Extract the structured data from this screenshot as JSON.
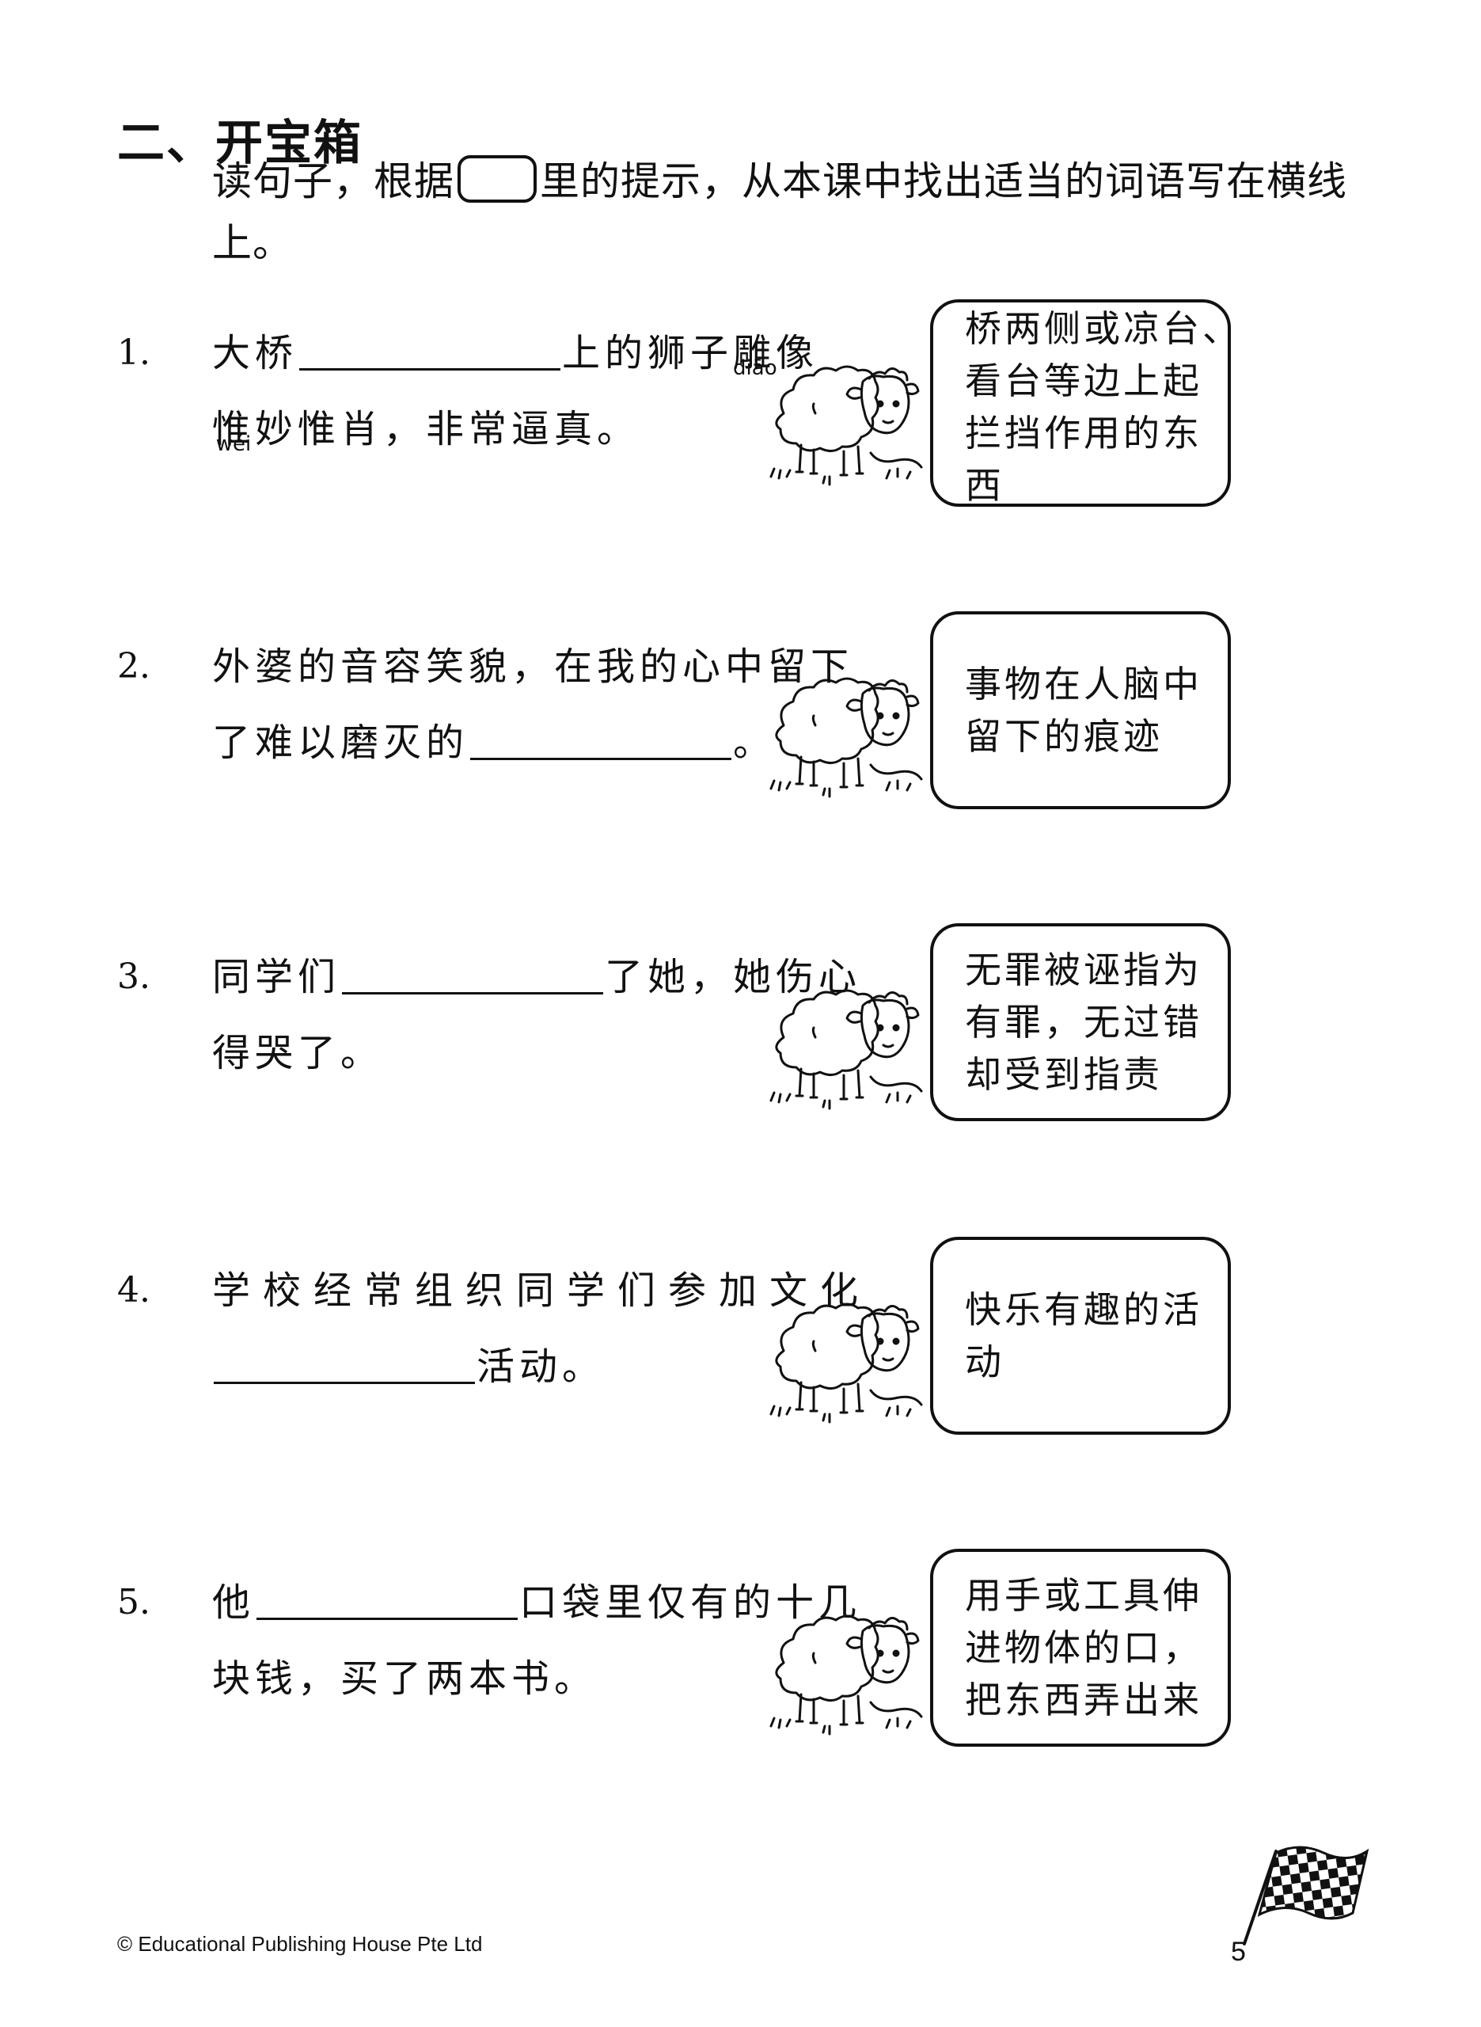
{
  "section": {
    "title": "二、开宝箱",
    "instruction_before": "读句子，根据",
    "instruction_after": "里的提示，从本课中找出适当的词语写在横线上。"
  },
  "items": [
    {
      "number": "1.",
      "line1_before": "大桥",
      "line1_after": "上的狮子",
      "ruby1_char": "雕",
      "ruby1_pinyin": "diāo",
      "ruby1_tail": "像",
      "ruby2_char": "惟",
      "ruby2_pinyin": "wéi",
      "line2_after": "妙惟肖，非常逼真。",
      "hint": [
        "桥两侧或凉台、",
        "看台等边上起",
        "拦挡作用的东",
        "西"
      ]
    },
    {
      "number": "2.",
      "line1": "外婆的音容笑貌，在我的心中留下",
      "line2_before": "了难以磨灭的",
      "line2_after": "。",
      "hint": [
        "事物在人脑中",
        "留下的痕迹"
      ]
    },
    {
      "number": "3.",
      "line1_before": "同学们",
      "line1_after": "了她，她伤心",
      "line2": "得哭了。",
      "hint": [
        "无罪被诬指为",
        "有罪，无过错",
        "却受到指责"
      ]
    },
    {
      "number": "4.",
      "line1": "学校经常组织同学们参加文化",
      "line2_after": "活动。",
      "hint": [
        "快乐有趣的活",
        "动"
      ]
    },
    {
      "number": "5.",
      "line1_before": "他",
      "line1_after": "口袋里仅有的十几",
      "line2": "块钱，买了两本书。",
      "hint": [
        "用手或工具伸",
        "进物体的口，",
        "把东西弄出来"
      ]
    }
  ],
  "footer": {
    "copyright": "© Educational Publishing House Pte Ltd",
    "page_number": "5"
  },
  "icons": {
    "mascot": "sheep-icon",
    "end_marker": "checkered-flag-icon"
  }
}
